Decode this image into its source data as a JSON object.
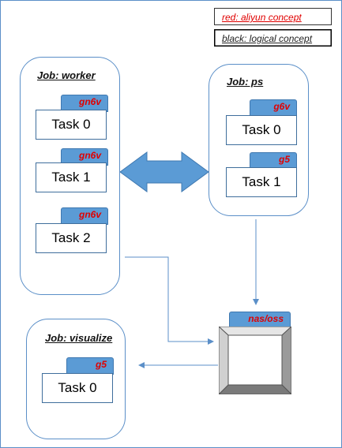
{
  "legend": {
    "red_label": "red: aliyun concept",
    "black_label": "black: logical concept"
  },
  "jobs": {
    "worker": {
      "title": "Job: worker",
      "tasks": [
        {
          "name": "Task 0",
          "tag": "gn6v"
        },
        {
          "name": "Task 1",
          "tag": "gn6v"
        },
        {
          "name": "Task 2",
          "tag": "gn6v"
        }
      ]
    },
    "ps": {
      "title": "Job: ps",
      "tasks": [
        {
          "name": "Task 0",
          "tag": "g6v"
        },
        {
          "name": "Task 1",
          "tag": "g5"
        }
      ]
    },
    "visualize": {
      "title": "Job: visualize",
      "tasks": [
        {
          "name": "Task 0",
          "tag": "g5"
        }
      ]
    }
  },
  "storage": {
    "tag": "nas/oss"
  },
  "colors": {
    "accent_blue": "#5b9bd5",
    "border_blue": "#5b8fc8",
    "aliyun_red": "#e00000"
  }
}
